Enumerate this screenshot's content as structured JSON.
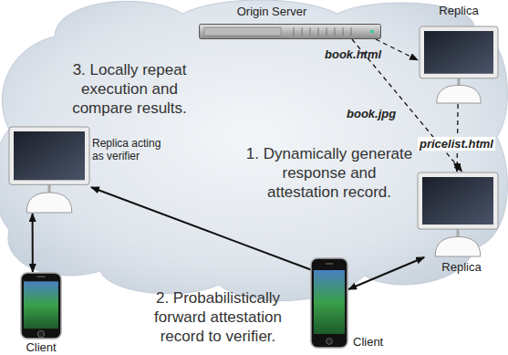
{
  "diagram": {
    "nodes": [
      {
        "text": [
          "Origin Server"
        ]
      },
      {
        "text": [
          "Replica"
        ]
      },
      {
        "text": [
          "Replica acting as verifier"
        ]
      },
      {
        "text": [
          "Replica"
        ]
      },
      {
        "text": [
          "Client"
        ]
      },
      {
        "text": [
          "Client"
        ]
      }
    ],
    "edges": [
      {
        "from": 0,
        "to": 1,
        "label": "book.html",
        "arrow": "to"
      },
      {
        "from": 0,
        "to": 3,
        "label": "book.jpg",
        "arrow": "to"
      },
      {
        "from": 1,
        "to": 3,
        "label": "pricelist.html",
        "arrow": "to"
      },
      {
        "from": 5,
        "to": 2,
        "arrow": "to"
      },
      {
        "from": 5,
        "to": 3,
        "arrow": "both"
      },
      {
        "from": 2,
        "to": 4,
        "arrow": "both"
      }
    ],
    "labels": [
      "3. Locally repeat execution and compare results.",
      "1. Dynamically generate response and attestation record.",
      "2. Probabilistically forward attestation record to verifier."
    ]
  }
}
